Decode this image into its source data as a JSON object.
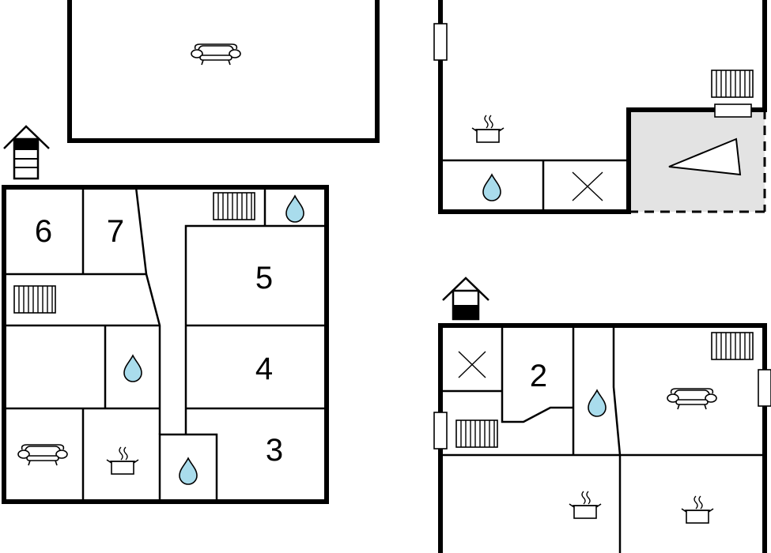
{
  "room_numbers": {
    "room_2": "2",
    "room_3": "3",
    "room_4": "4",
    "room_5": "5",
    "room_6": "6",
    "room_7": "7"
  },
  "colors": {
    "walls": "#000000",
    "background": "#ffffff",
    "water_drop": "#a9dcec",
    "terrace": "#e3e3e3"
  },
  "icons": [
    "sofa-icon",
    "cooking-pot-icon",
    "water-drop-icon",
    "radiator-icon",
    "fireplace-icon",
    "window-icon",
    "staircase-icon"
  ]
}
